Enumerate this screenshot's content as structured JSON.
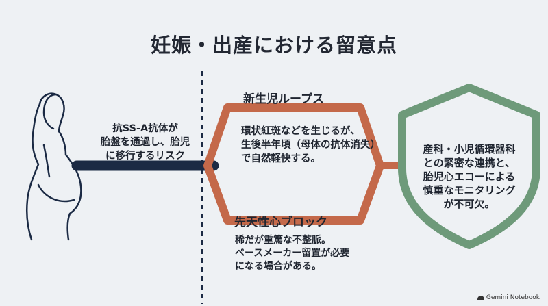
{
  "title": "妊娠・出産における留意点",
  "risk": {
    "lines": [
      "抗SS-A抗体が",
      "胎盤を通過し、胎児",
      "に移行するリスク"
    ]
  },
  "neonatal_lupus": {
    "heading": "新生児ループス",
    "lines": [
      "環状紅斑などを生じるが、",
      "生後半年頃（母体の抗体消失）",
      "で自然軽快する。"
    ]
  },
  "heart_block": {
    "heading": "先天性心ブロック",
    "lines": [
      "稀だが重篤な不整脈。",
      "ペースメーカー留置が必要",
      "になる場合がある。"
    ]
  },
  "monitoring": {
    "lines": [
      "産科・小児循環器科",
      "との緊密な連携と、",
      "胎児心エコーによる",
      "慎重なモニタリング",
      "が不可欠。"
    ]
  },
  "credit": "Gemini Notebook",
  "colors": {
    "background": "#eef1f4",
    "arrow": "#1b2a44",
    "loop": "#c4694a",
    "shield_stroke": "#6e9a7a",
    "shield_fill": "#eef1f4"
  }
}
